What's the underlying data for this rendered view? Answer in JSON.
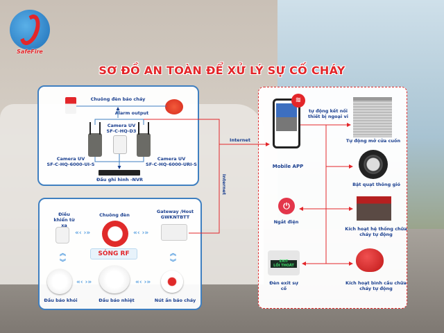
{
  "logo": {
    "text": "SafeFire"
  },
  "title": "SƠ ĐỒ AN TOÀN ĐỂ XỬ LÝ SỰ CỐ CHÁY",
  "camera_system": {
    "alarm_bell_label": "Chuông đèn báo cháy",
    "alarm_output_label": "Alarm output",
    "camera_center": {
      "name": "Camera UV",
      "model": "SF-C-HQ-D3"
    },
    "camera_left": {
      "name": "Camera UV",
      "model": "SF-C-HQ-6000-UI-S"
    },
    "camera_right": {
      "name": "Camera UV",
      "model": "SF-C-HQ-6000-URI-S"
    },
    "nvr_label": "Đầu ghi hình -NVR"
  },
  "rf_system": {
    "remote_label": "Điều khiển từ xa",
    "bell_label": "Chuông đèn",
    "gateway_label": "Gateway /Host GWKNTBTT",
    "rf_label": "SÓNG RF",
    "smoke_label": "Đầu báo khói",
    "heat_label": "Đầu báo nhiệt",
    "button_label": "Nút ấn báo cháy"
  },
  "internet_labels": [
    "Internet",
    "Internet"
  ],
  "response": {
    "app_label": "Mobile APP",
    "connect_label": "tự động kết nối thiết bị ngoại vi",
    "shutter_label": "Tự động mở cửa cuốn",
    "fan_label": "Bật quạt thông gió",
    "power_label": "Ngắt điện",
    "sprinkler_label": "Kích hoạt hệ thống chữa cháy tự động",
    "exit_label": "Đèn exit sự cố",
    "exit_sign": [
      "EXIT",
      "LỐI THOÁT"
    ],
    "extinguisher_label": "Kích hoạt bình cầu chữa cháy tự động"
  },
  "colors": {
    "primary_red": "#e3262a",
    "primary_blue": "#1a3f8f",
    "border_blue": "#3f7fc0"
  }
}
